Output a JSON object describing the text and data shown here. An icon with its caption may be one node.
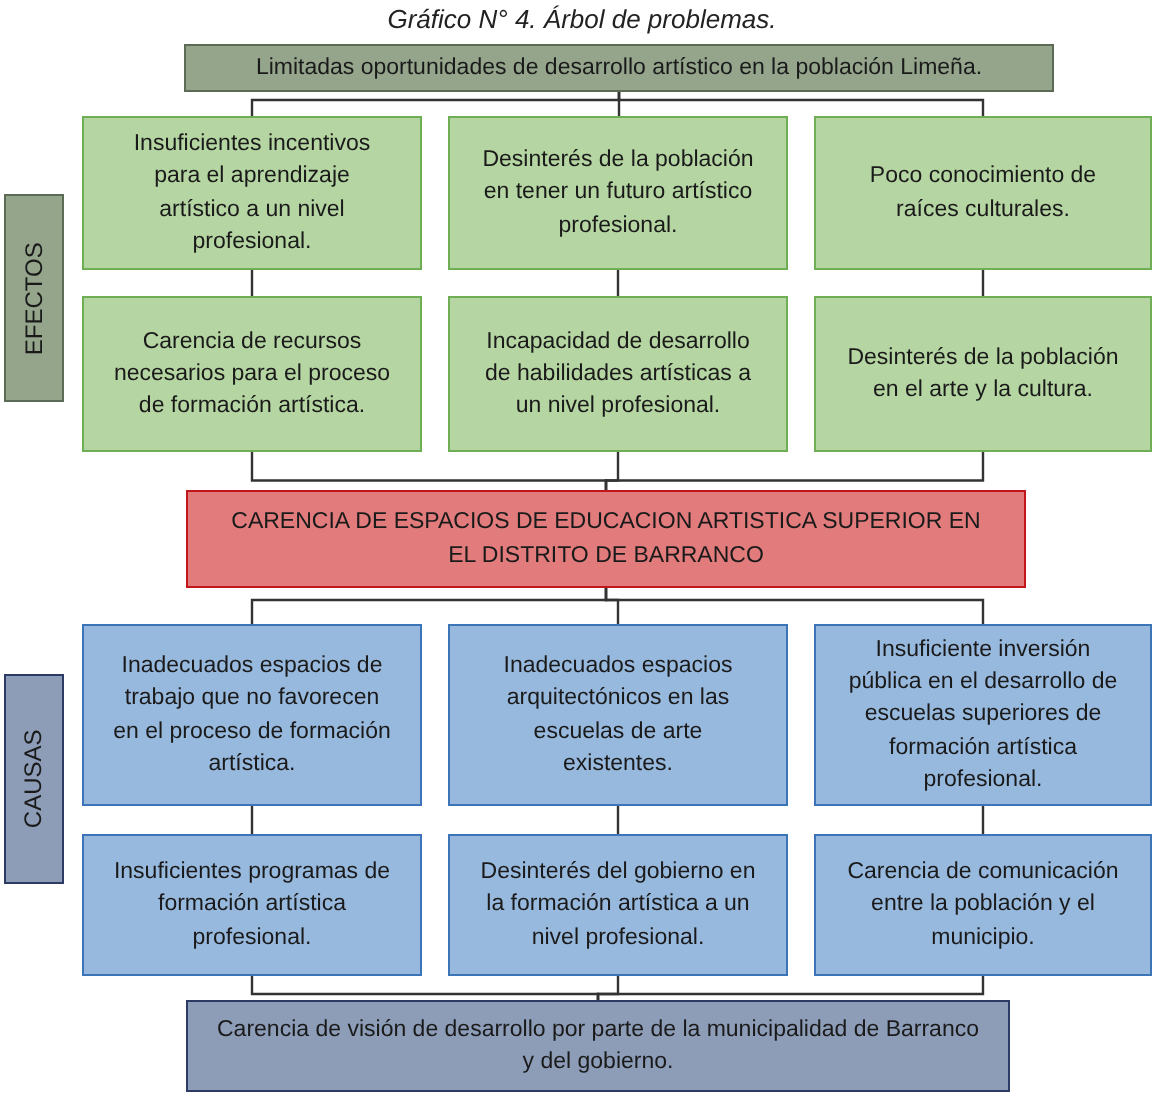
{
  "diagram": {
    "title": "Gráfico N° 4. Árbol de problemas.",
    "nodes": [
      {
        "text": [
          "Limitadas oportunidades de desarrollo artístico en la población Limeña."
        ]
      },
      {
        "text": [
          "Insuficientes incentivos para el aprendizaje artístico a un nivel profesional."
        ]
      },
      {
        "text": [
          "Desinterés de la población en tener un futuro artístico profesional."
        ]
      },
      {
        "text": [
          "Poco conocimiento de raíces culturales."
        ]
      },
      {
        "text": [
          "Carencia de recursos necesarios para el proceso de formación artística."
        ]
      },
      {
        "text": [
          "Incapacidad de desarrollo de habilidades artísticas a un nivel profesional."
        ]
      },
      {
        "text": [
          "Desinterés de la población en el arte y la cultura."
        ]
      },
      {
        "text": [
          "CARENCIA DE ESPACIOS DE EDUCACION ARTISTICA SUPERIOR EN EL DISTRITO DE BARRANCO"
        ]
      },
      {
        "text": [
          "Inadecuados espacios de trabajo que no favorecen en el proceso de formación artística."
        ]
      },
      {
        "text": [
          "Inadecuados espacios arquitectónicos en las escuelas de arte existentes."
        ]
      },
      {
        "text": [
          "Insuficiente inversión pública en el desarrollo de escuelas superiores de formación artística profesional."
        ]
      },
      {
        "text": [
          "Insuficientes programas de formación artística profesional."
        ]
      },
      {
        "text": [
          "Desinterés del gobierno en la formación artística a un nivel profesional."
        ]
      },
      {
        "text": [
          "Carencia de comunicación entre la población y el municipio."
        ]
      },
      {
        "text": [
          "Carencia de visión de desarrollo por parte de la municipalidad de Barranco y del gobierno."
        ]
      },
      {
        "text": [
          "EFECTOS"
        ]
      },
      {
        "text": [
          "CAUSAS"
        ]
      }
    ],
    "edges": [
      {
        "from": 0,
        "to": 1,
        "arrow": "none"
      },
      {
        "from": 0,
        "to": 2,
        "arrow": "none"
      },
      {
        "from": 0,
        "to": 3,
        "arrow": "none"
      },
      {
        "from": 1,
        "to": 4,
        "arrow": "none"
      },
      {
        "from": 2,
        "to": 5,
        "arrow": "none"
      },
      {
        "from": 3,
        "to": 6,
        "arrow": "none"
      },
      {
        "from": 4,
        "to": 7,
        "arrow": "none"
      },
      {
        "from": 5,
        "to": 7,
        "arrow": "none"
      },
      {
        "from": 6,
        "to": 7,
        "arrow": "none"
      },
      {
        "from": 7,
        "to": 8,
        "arrow": "none"
      },
      {
        "from": 7,
        "to": 9,
        "arrow": "none"
      },
      {
        "from": 7,
        "to": 10,
        "arrow": "none"
      },
      {
        "from": 8,
        "to": 11,
        "arrow": "none"
      },
      {
        "from": 9,
        "to": 12,
        "arrow": "none"
      },
      {
        "from": 10,
        "to": 13,
        "arrow": "none"
      },
      {
        "from": 11,
        "to": 14,
        "arrow": "none"
      },
      {
        "from": 12,
        "to": 14,
        "arrow": "none"
      },
      {
        "from": 13,
        "to": 14,
        "arrow": "none"
      }
    ]
  }
}
